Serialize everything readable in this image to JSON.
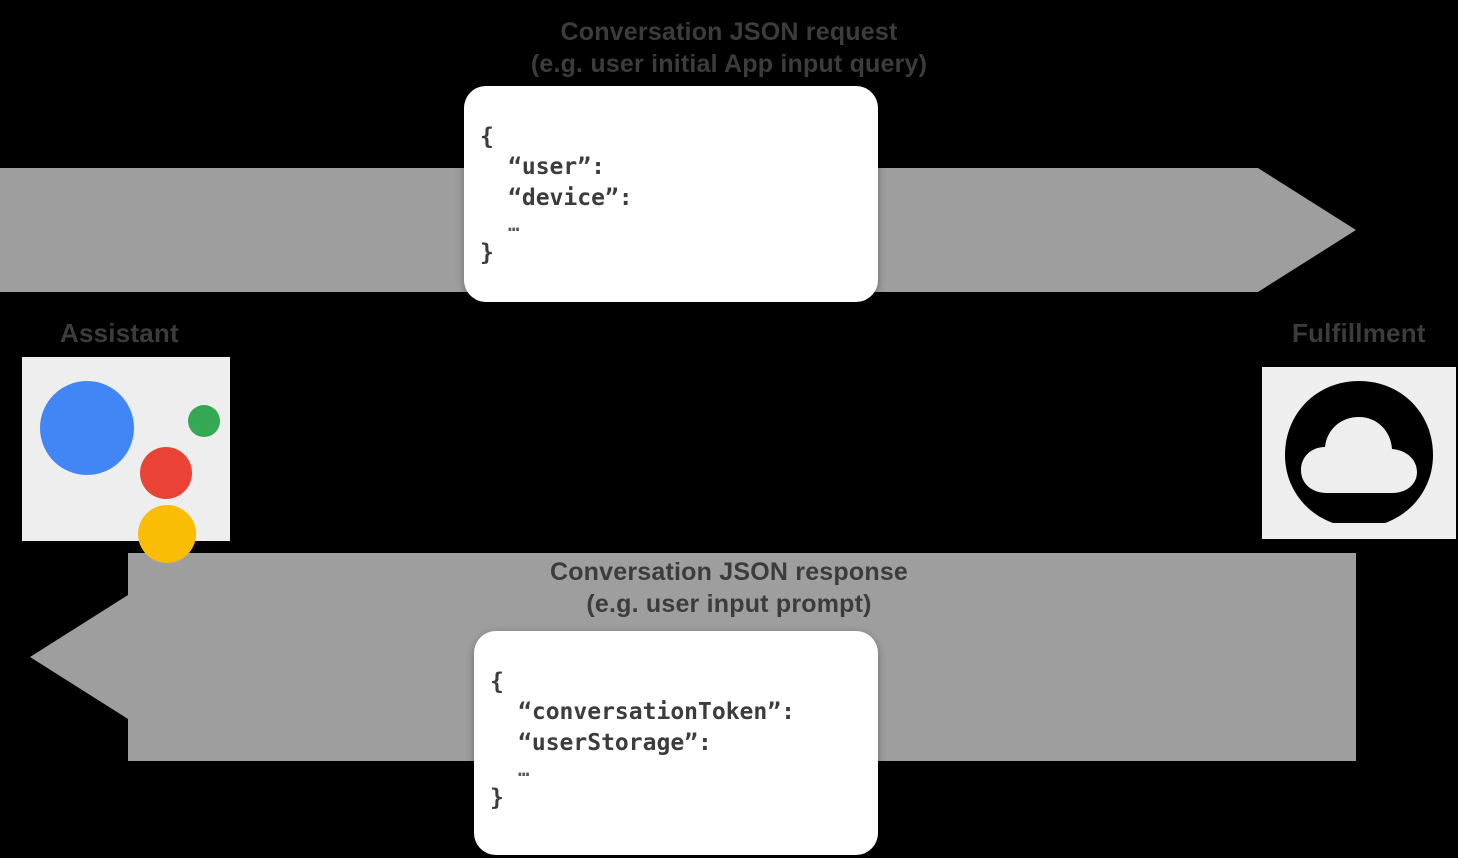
{
  "diagram": {
    "type": "flow",
    "title_top": {
      "line1": "Conversation JSON request",
      "line2": "(e.g. user initial App input query)"
    },
    "title_bottom": {
      "line1": "Conversation JSON response",
      "line2": "(e.g. user input prompt)"
    },
    "nodes": [
      {
        "id": "assistant",
        "label": "Assistant",
        "icon": "google-assistant-icon"
      },
      {
        "id": "fulfillment",
        "label": "Fulfillment",
        "icon": "cloud-icon"
      }
    ],
    "arrows": [
      {
        "id": "request",
        "direction": "right",
        "from": "assistant",
        "to": "fulfillment"
      },
      {
        "id": "response",
        "direction": "left",
        "from": "fulfillment",
        "to": "assistant"
      }
    ],
    "colors": {
      "arrow": "#9e9e9e",
      "tile": "#eeeeee",
      "text": "#3c3c3c",
      "background": "#000000",
      "card": "#ffffff",
      "dot_blue": "#4285f4",
      "dot_red": "#ea4335",
      "dot_yellow": "#fbbc05",
      "dot_green": "#34a853"
    }
  },
  "request_json": {
    "line_open": "{",
    "line_1": "“user”:",
    "line_2": "“device”:",
    "line_ellipsis": "…",
    "line_close": "}"
  },
  "response_json": {
    "line_open": "{",
    "line_1": "“conversationToken”:",
    "line_2": "“userStorage”:",
    "line_ellipsis": "…",
    "line_close": "}"
  }
}
